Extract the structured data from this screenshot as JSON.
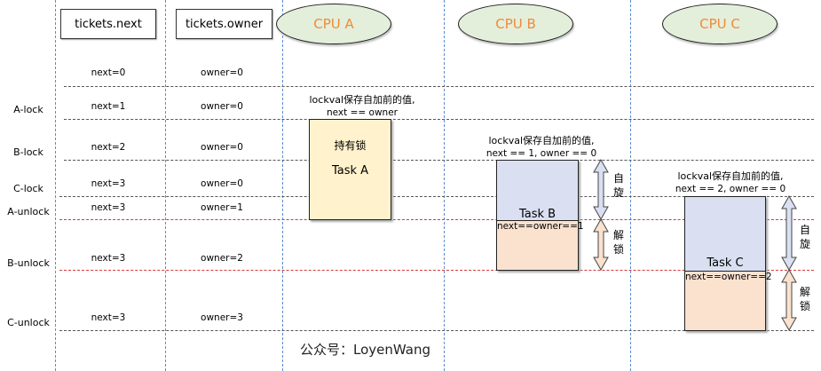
{
  "headers": {
    "next": "tickets.next",
    "owner": "tickets.owner"
  },
  "cpus": [
    {
      "label": "CPU A"
    },
    {
      "label": "CPU B"
    },
    {
      "label": "CPU C"
    }
  ],
  "rows": [
    {
      "event": "",
      "next": "next=0",
      "owner": "owner=0"
    },
    {
      "event": "A-lock",
      "next": "next=1",
      "owner": "owner=0"
    },
    {
      "event": "B-lock",
      "next": "next=2",
      "owner": "owner=0"
    },
    {
      "event": "C-lock",
      "next": "next=3",
      "owner": "owner=0"
    },
    {
      "event": "A-unlock",
      "next": "next=3",
      "owner": "owner=1"
    },
    {
      "event": "B-unlock",
      "next": "next=3",
      "owner": "owner=2"
    },
    {
      "event": "C-unlock",
      "next": "next=3",
      "owner": "owner=3"
    }
  ],
  "notes": {
    "a_line1": "lockval保存自加前的值,",
    "a_line2": "next == owner",
    "b_line1": "lockval保存自加前的值,",
    "b_line2": "next == 1, owner == 0",
    "c_line1": "lockval保存自加前的值,",
    "c_line2": "next == 2, owner == 0"
  },
  "tasks": {
    "a": {
      "hold": "持有锁",
      "name": "Task A"
    },
    "b": {
      "name": "Task B",
      "cond": "next==owner==1"
    },
    "c": {
      "name": "Task C",
      "cond": "next==owner==2"
    }
  },
  "phases": {
    "spin_1": "自",
    "spin_2": "旋",
    "unlock_1": "解",
    "unlock_2": "锁"
  },
  "colors": {
    "cpu_fill": "#e3efda",
    "cpu_text": "#f08a3b",
    "task_a_fill": "#fff2cc",
    "spin_fill": "#dae0f2",
    "unlock_fill": "#fae2cf",
    "lock_line": "#555555",
    "unlock_line": "#d33a3a",
    "column_line": "#5b8bd0"
  },
  "footer": "公众号：LoyenWang"
}
